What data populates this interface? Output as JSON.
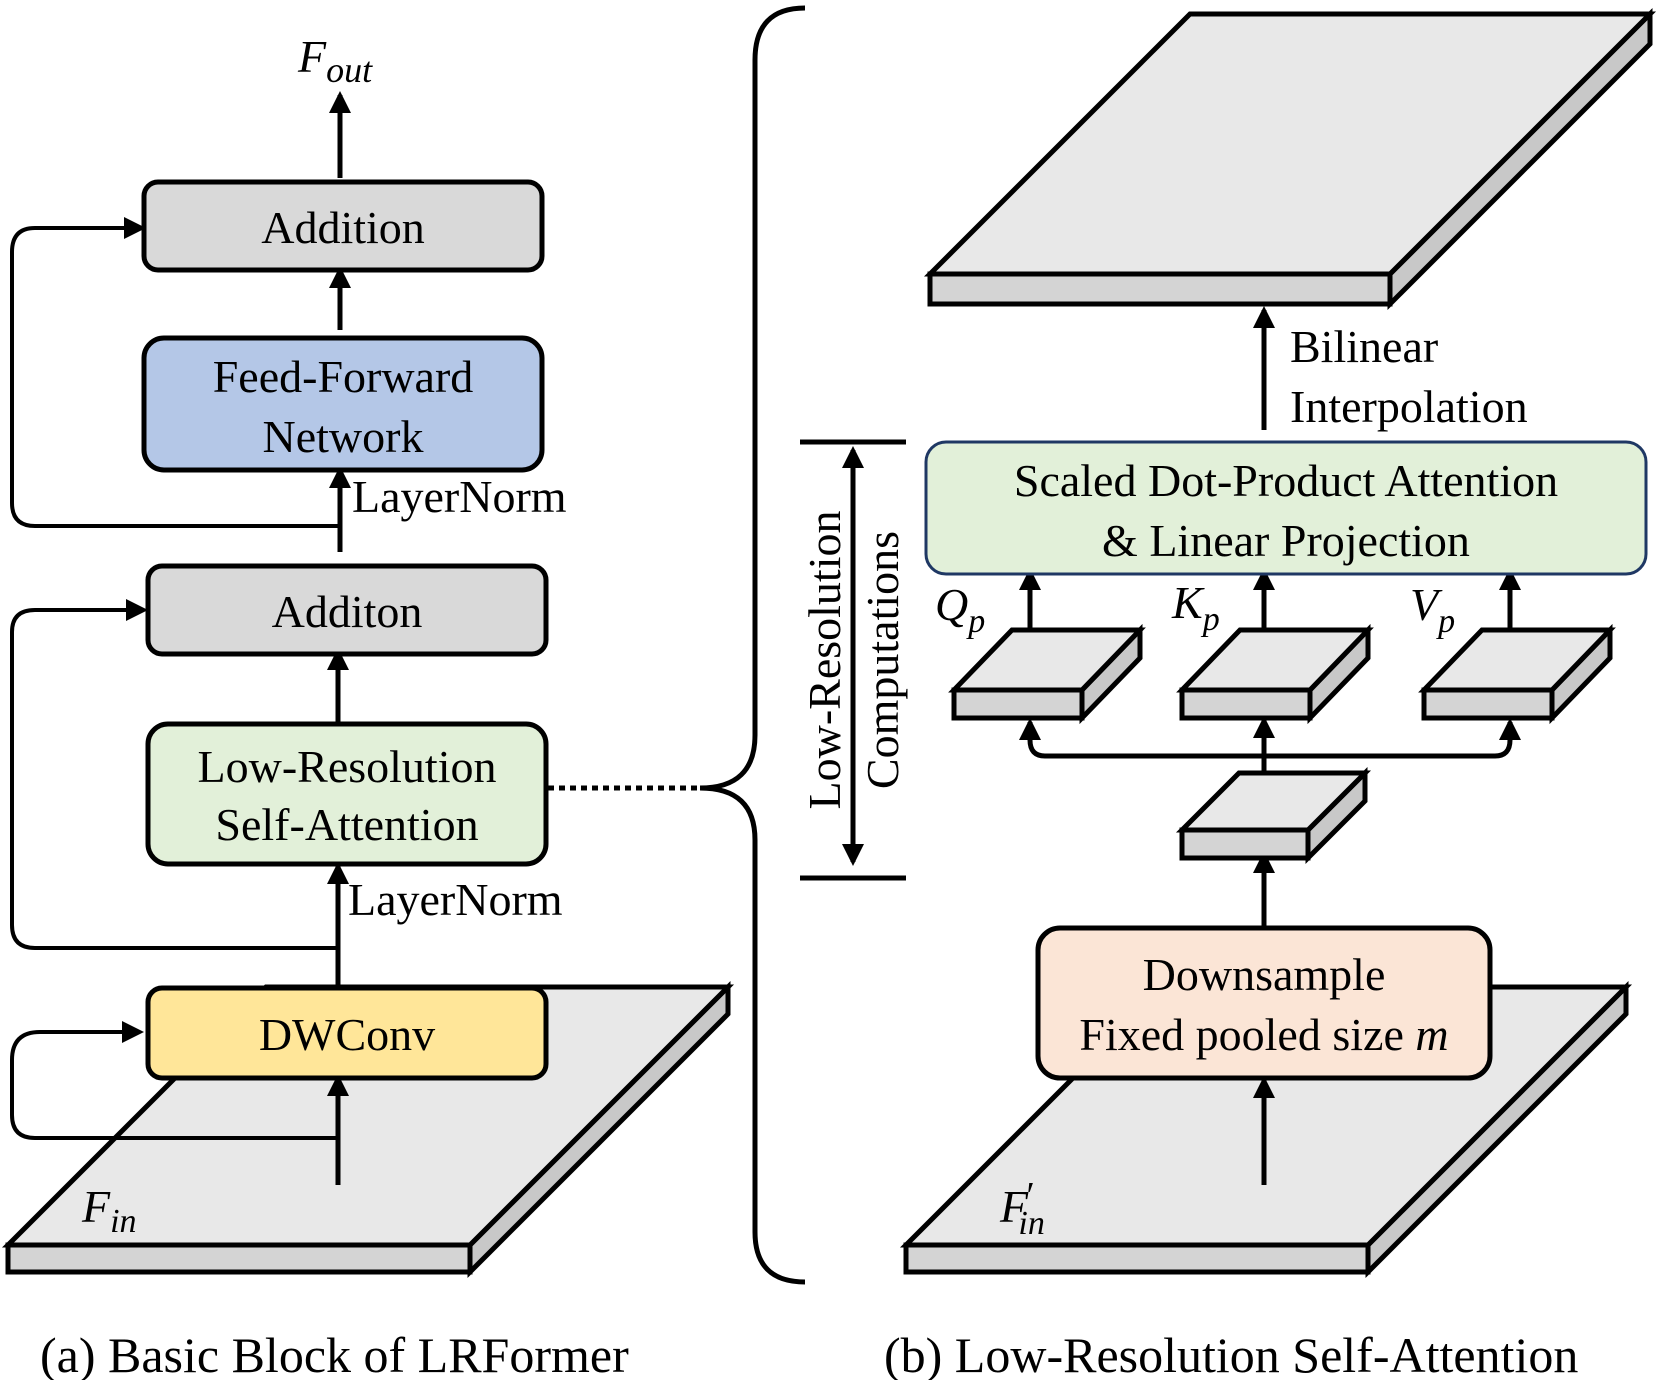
{
  "diagram": {
    "panel_a": {
      "output_symbol": "F",
      "output_subscript": "out",
      "input_symbol": "F",
      "input_subscript": "in",
      "blocks": {
        "addition_top": "Addition",
        "ffn_line1": "Feed-Forward",
        "ffn_line2": "Network",
        "addition_mid": "Additon",
        "lrsa_line1": "Low-Resolution",
        "lrsa_line2": "Self-Attention",
        "dwconv": "DWConv"
      },
      "layernorm_top": "LayerNorm",
      "layernorm_bottom": "LayerNorm",
      "caption": "(a) Basic Block of LRFormer"
    },
    "panel_b": {
      "bilinear_line1": "Bilinear",
      "bilinear_line2": "Interpolation",
      "sdpa_line1": "Scaled Dot-Product Attention",
      "sdpa_line2": "& Linear Projection",
      "q_symbol": "Q",
      "q_subscript": "p",
      "k_symbol": "K",
      "k_subscript": "p",
      "v_symbol": "V",
      "v_subscript": "p",
      "lowres_line1": "Low-Resolution",
      "lowres_line2": "Computations",
      "downsample_line1": "Downsample",
      "downsample_line2_text": "Fixed pooled size ",
      "downsample_line2_var": "m",
      "input_symbol": "F",
      "input_prime": "′",
      "input_subscript": "in",
      "caption": "(b) Low-Resolution Self-Attention"
    },
    "colors": {
      "addition": "#d9d9d9",
      "ffn": "#b4c7e7",
      "lrsa": "#e2f0d9",
      "dwconv": "#ffe699",
      "downsample": "#fbe5d6",
      "sdpa": "#e2f0d9",
      "sdpa_border": "#1f3864",
      "plate_top": "#e8e8e8",
      "plate_side": "#c8c8c8",
      "stroke": "#000000"
    }
  }
}
